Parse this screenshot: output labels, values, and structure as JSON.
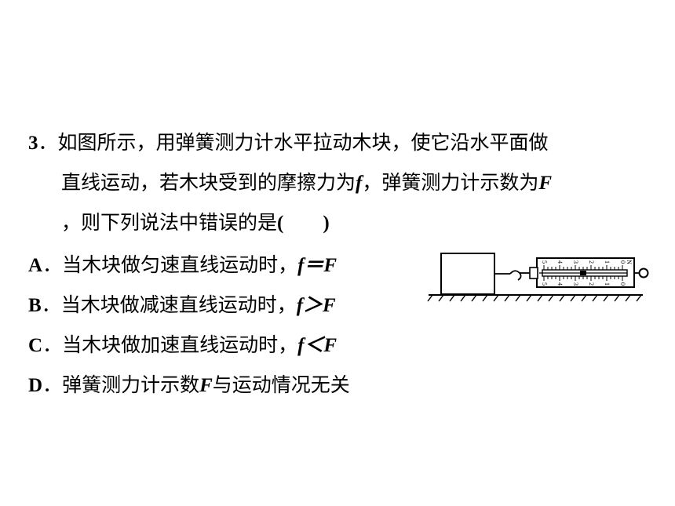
{
  "question": {
    "number": "3",
    "number_sep": "．",
    "stem_line1": "如图所示，用弹簧测力计水平拉动木块，使它沿水平面做",
    "stem_line2_a": "直线运动，若木块受到的摩擦力为",
    "stem_line2_f": "f",
    "stem_line2_b": "，弹簧测力计示数为",
    "stem_line2_F": "F",
    "stem_line3_a": "，则下列说法中错误的是",
    "stem_line3_paren": "(　　)"
  },
  "options": [
    {
      "letter": "A",
      "sep": "．",
      "text": "当木块做匀速直线运动时，",
      "formula": "f＝F"
    },
    {
      "letter": "B",
      "sep": "．",
      "text": "当木块做减速直线运动时，",
      "formula": "f＞F"
    },
    {
      "letter": "C",
      "sep": "．",
      "text": "当木块做加速直线运动时，",
      "formula": "f＜F"
    },
    {
      "letter": "D",
      "sep": "．",
      "text_a": "弹簧测力计示数",
      "F": "F",
      "text_b": "与运动情况无关"
    }
  ],
  "figure": {
    "scale_top": [
      "0",
      "1",
      "2",
      "3",
      "4",
      "5"
    ],
    "scale_bottom": [
      "0",
      "1",
      "2",
      "3",
      "4",
      "5"
    ],
    "unit": "N"
  }
}
